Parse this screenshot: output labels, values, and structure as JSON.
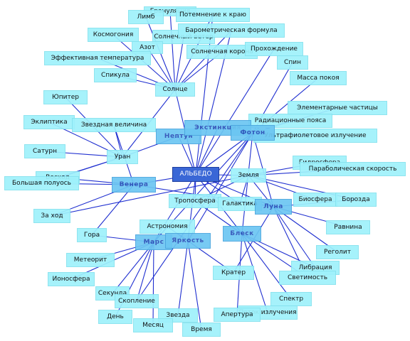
{
  "center": {
    "label": "АЛЬБЕДО"
  },
  "hubs": {
    "neptune": "Нептун",
    "extinction": "Экстинкция",
    "photon": "Фотон",
    "venus": "Венера",
    "moon": "Луна",
    "mars": "Марс",
    "brightness": "Яркость",
    "glint": "Блеск"
  },
  "leaves": {
    "granulation": "Грануляция",
    "limb": "Лимб",
    "limb_darkening": "Потемнение к краю",
    "solar_wind": "Солнечный ветер",
    "barometric": "Барометрическая формула",
    "cosmogony": "Космогония",
    "nitrogen": "Азот",
    "corona": "Солнечная корона",
    "eff_temp": "Эффективная температура",
    "passage": "Прохождение",
    "spin": "Спин",
    "spicule": "Спикула",
    "sun": "Солнце",
    "rest_mass": "Масса покоя",
    "jupiter": "Юпитер",
    "elementary": "Элементарные частицы",
    "radiation_belts": "Радиационные пояса",
    "ecliptic": "Эклиптика",
    "magnitude": "Звездная величина",
    "uv": "Ультрафиолетовое излучение",
    "saturn": "Сатурн",
    "uranus": "Уран",
    "hydrosphere": "Гидросфера",
    "parabolic": "Параболическая скорость",
    "sunrise": "Восход",
    "earth": "Земля",
    "semi_major": "Большая полуось",
    "biosphere": "Биосфера",
    "furrow": "Борозда",
    "troposphere": "Тропосфера",
    "galaxy": "Галактика",
    "sunset": "За ход",
    "astronomy": "Астрономия",
    "plain": "Равнина",
    "mountain": "Гора",
    "regolith": "Реголит",
    "meteorite": "Метеорит",
    "libration": "Либрация",
    "crater": "Кратер",
    "luminosity": "Светимость",
    "ionosphere": "Ионосфера",
    "second": "Секунда",
    "cluster": "Скопление",
    "spectrum": "Спектр",
    "day": "День",
    "star": "Звезда",
    "flux": "Поток излучения",
    "aperture": "Апертура",
    "month": "Месяц",
    "time": "Время"
  }
}
